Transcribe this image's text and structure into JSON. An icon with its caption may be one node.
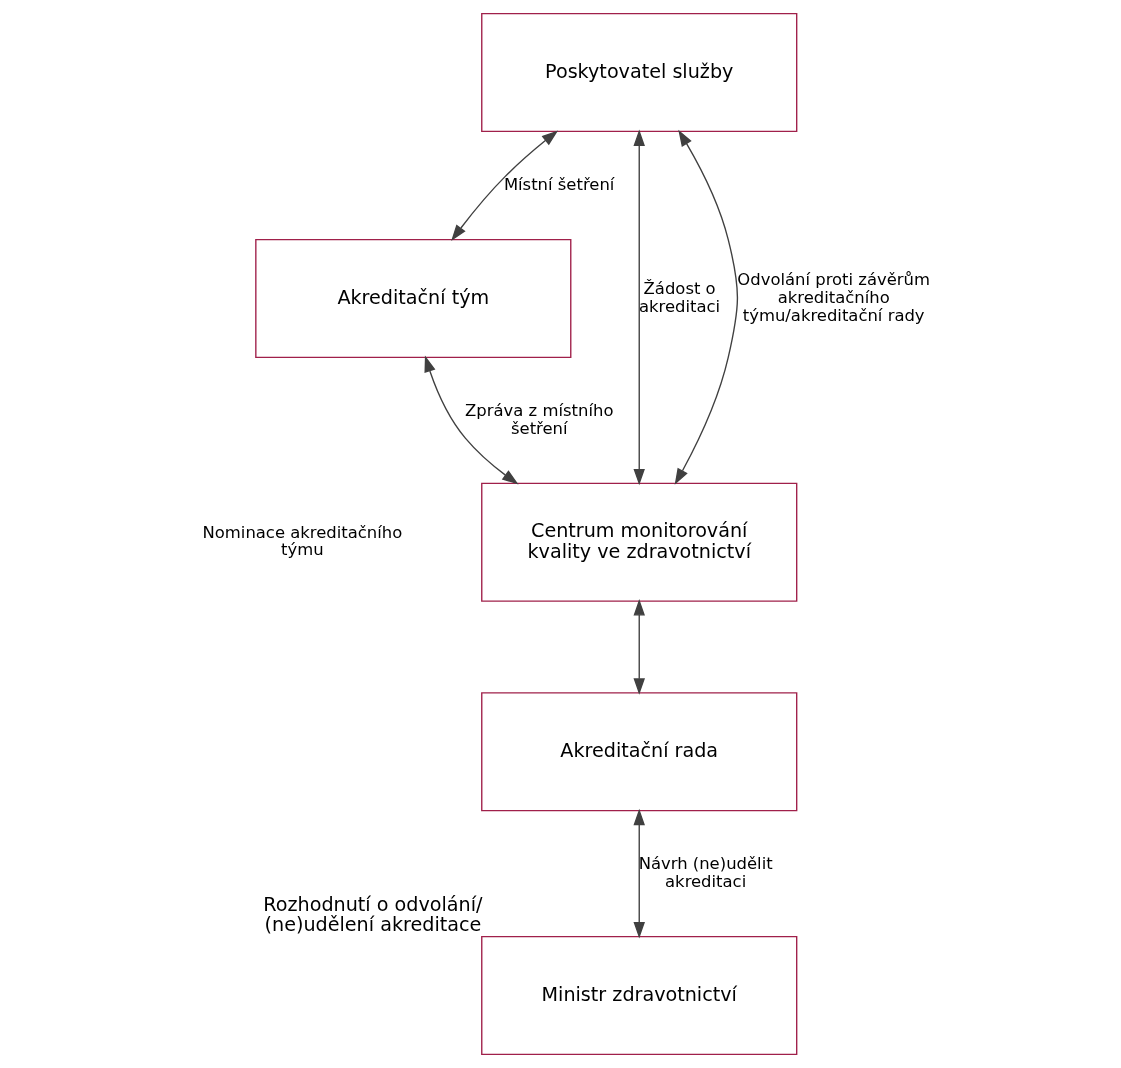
{
  "diagram": {
    "nodes": [
      {
        "text": [
          "Poskytovatel služby"
        ]
      },
      {
        "text": [
          "Akreditační tým"
        ]
      },
      {
        "text": [
          "Centrum monitorování kvality ve zdravotnictví"
        ]
      },
      {
        "text": [
          "Akreditační rada"
        ]
      },
      {
        "text": [
          "Ministr zdravotnictví"
        ],
        "beside": [
          "Rozhodnutí o odvolání/ (ne)udělení akreditace"
        ]
      }
    ],
    "edges": [
      {
        "from": 1,
        "to": 0,
        "arrow": "both",
        "label": "Místní šetření"
      },
      {
        "from": 0,
        "to": 2,
        "arrow": "both",
        "label": "Žádost o akreditaci"
      },
      {
        "from": 0,
        "to": 2,
        "arrow": "both",
        "label": "Odvolání proti závěrům akreditačního týmu/akreditační rady"
      },
      {
        "from": 1,
        "to": 2,
        "arrow": "both",
        "label": "Zpráva z místního šetření"
      },
      {
        "from": 2,
        "to": 3,
        "arrow": "both"
      },
      {
        "from": 3,
        "to": 4,
        "arrow": "both",
        "label": "Návrh (ne)udělit akreditaci"
      }
    ],
    "labels": [
      "Nominace akreditačního týmu"
    ]
  }
}
